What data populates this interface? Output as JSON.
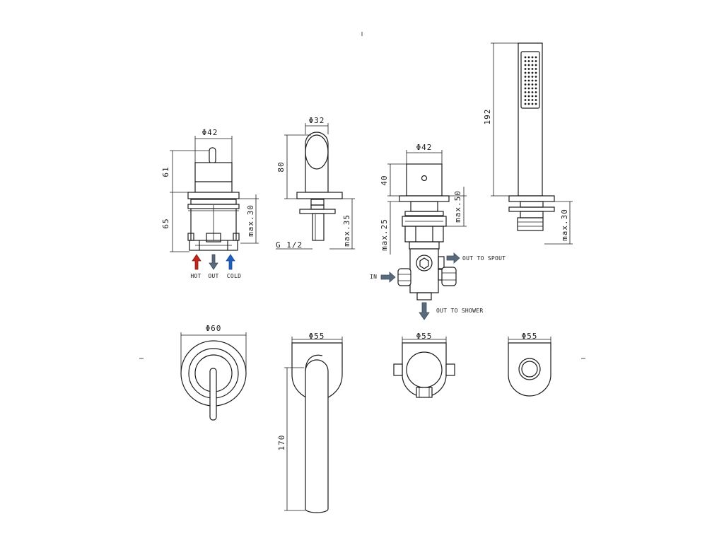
{
  "colors": {
    "line": "#1a1a1a",
    "hot_arrow": "#c0281d",
    "cold_arrow": "#1f5fbf",
    "flow_arrow": "#5a6a7e",
    "background": "#ffffff"
  },
  "mixer": {
    "dia_top": "Φ42",
    "height_upper": "61",
    "height_lower": "65",
    "max_depth": "max.30",
    "hot_label": "HOT",
    "out_label": "OUT",
    "cold_label": "COLD",
    "plan_dia": "Φ60"
  },
  "spout": {
    "dia_top": "Φ32",
    "height": "80",
    "max_depth": "max.35",
    "thread": "G 1/2",
    "plan_dia": "Φ55",
    "length": "170"
  },
  "diverter": {
    "dia_top": "Φ42",
    "height": "40",
    "max_upper": "max.50",
    "max_lower": "max.25",
    "out_spout": "OUT TO SPOUT",
    "in_label": "IN",
    "out_shower": "OUT TO SHOWER",
    "plan_dia": "Φ55"
  },
  "handshower": {
    "height": "192",
    "max_depth": "max.30",
    "plan_dia": "Φ55"
  }
}
